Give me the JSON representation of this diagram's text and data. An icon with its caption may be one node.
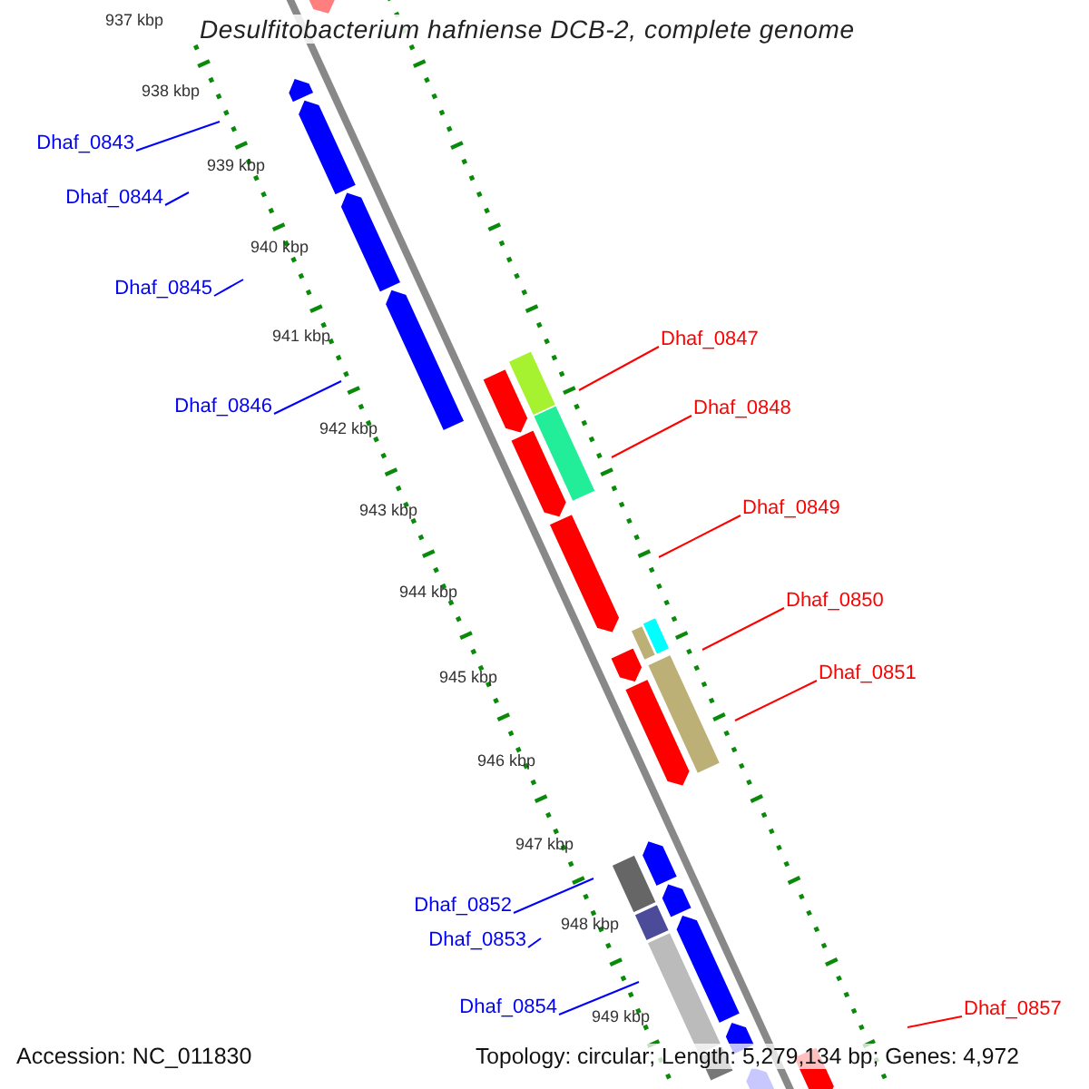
{
  "diagram": {
    "title": "Desulfitobacterium hafniense DCB-2, complete genome",
    "nodes": [
      {
        "text": [
          "Dhaf_0843"
        ]
      },
      {
        "text": [
          "Dhaf_0844"
        ]
      },
      {
        "text": [
          "Dhaf_0845"
        ]
      },
      {
        "text": [
          "Dhaf_0846"
        ]
      },
      {
        "text": [
          "Dhaf_0847"
        ]
      },
      {
        "text": [
          "Dhaf_0848"
        ]
      },
      {
        "text": [
          "Dhaf_0849"
        ]
      },
      {
        "text": [
          "Dhaf_0850"
        ]
      },
      {
        "text": [
          "Dhaf_0851"
        ]
      },
      {
        "text": [
          "Dhaf_0852"
        ]
      },
      {
        "text": [
          "Dhaf_0853"
        ]
      },
      {
        "text": [
          "Dhaf_0854"
        ]
      },
      {
        "text": [
          "Dhaf_0857"
        ]
      }
    ],
    "edges": [
      {
        "from": 0,
        "to": null,
        "arrow": "none"
      },
      {
        "from": 1,
        "to": null,
        "arrow": "none"
      },
      {
        "from": 2,
        "to": null,
        "arrow": "none"
      },
      {
        "from": 3,
        "to": null,
        "arrow": "none"
      },
      {
        "from": 4,
        "to": null,
        "arrow": "none",
        "color": "#ff0000"
      },
      {
        "from": 5,
        "to": null,
        "arrow": "none",
        "color": "#ff0000"
      },
      {
        "from": 6,
        "to": null,
        "arrow": "none",
        "color": "#ff0000"
      },
      {
        "from": 7,
        "to": null,
        "arrow": "none",
        "color": "#ff0000"
      },
      {
        "from": 8,
        "to": null,
        "arrow": "none",
        "color": "#ff0000"
      },
      {
        "from": 9,
        "to": null,
        "arrow": "none"
      },
      {
        "from": 10,
        "to": null,
        "arrow": "none"
      },
      {
        "from": 11,
        "to": null,
        "arrow": "none"
      },
      {
        "from": 12,
        "to": null,
        "arrow": "none",
        "color": "#ff0000"
      }
    ],
    "labels": [
      "937 kbp",
      "938 kbp",
      "939 kbp",
      "940 kbp",
      "941 kbp",
      "942 kbp",
      "943 kbp",
      "944 kbp",
      "945 kbp",
      "946 kbp",
      "947 kbp",
      "948 kbp",
      "949 kbp",
      "Accession: NC_011830",
      "Topology: circular; Length: 5,279,134 bp; Genes: 4,972"
    ]
  }
}
